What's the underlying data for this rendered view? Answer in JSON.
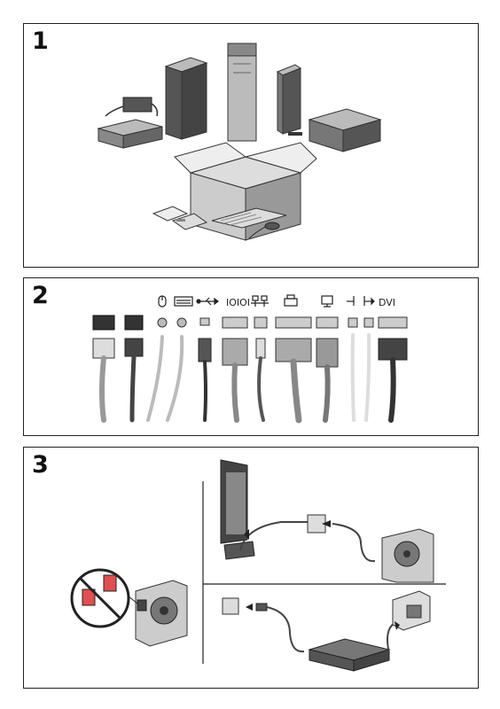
{
  "panels": [
    {
      "number": "1"
    },
    {
      "number": "2",
      "dvi_label": "DVI"
    },
    {
      "number": "3"
    }
  ],
  "icons": {
    "panel2_connector_icons": [
      "mouse-icon",
      "keyboard-icon",
      "usb-icon",
      "serial-icon",
      "network-icon",
      "printer-icon",
      "monitor-icon",
      "line-in-icon",
      "line-out-icon"
    ]
  }
}
